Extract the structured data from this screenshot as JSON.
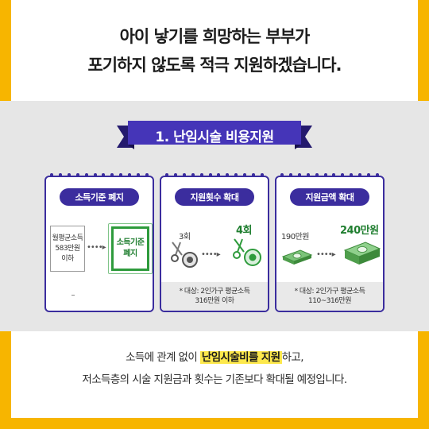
{
  "headline": {
    "line1": "아이 낳기를 희망하는 부부가",
    "line2": "포기하지 않도록 적극 지원하겠습니다."
  },
  "banner": {
    "title": "1. 난임시술 비용지원"
  },
  "cards": [
    {
      "pill": "소득기준 폐지",
      "before_lines": [
        "월평균소득",
        "583만원",
        "이하"
      ],
      "after_lines": [
        "소득기준",
        "폐지"
      ],
      "note_lines": []
    },
    {
      "pill": "지원횟수 확대",
      "before": "3회",
      "after": "4회",
      "note_lines": [
        "* 대상: 2인가구 평균소득",
        "316만원 이하"
      ]
    },
    {
      "pill": "지원금액 확대",
      "before": "190만원",
      "after": "240만원",
      "note_lines": [
        "* 대상: 2인가구 평균소득",
        "110~316만원"
      ]
    }
  ],
  "bottom": {
    "line1_pre": "소득에 관계 없이 ",
    "line1_highlight": "난임시술비를 지원",
    "line1_post": "하고,",
    "line2": "저소득층의 시술 지원금과 횟수는 기존보다 확대될 예정입니다."
  },
  "colors": {
    "frame": "#f7b500",
    "navy": "#3b2d9e",
    "green": "#2e9b3c",
    "highlight": "#fde84c",
    "band": "#e6e6e6"
  },
  "icons": [
    "scissors-icon",
    "money-stack-icon"
  ]
}
